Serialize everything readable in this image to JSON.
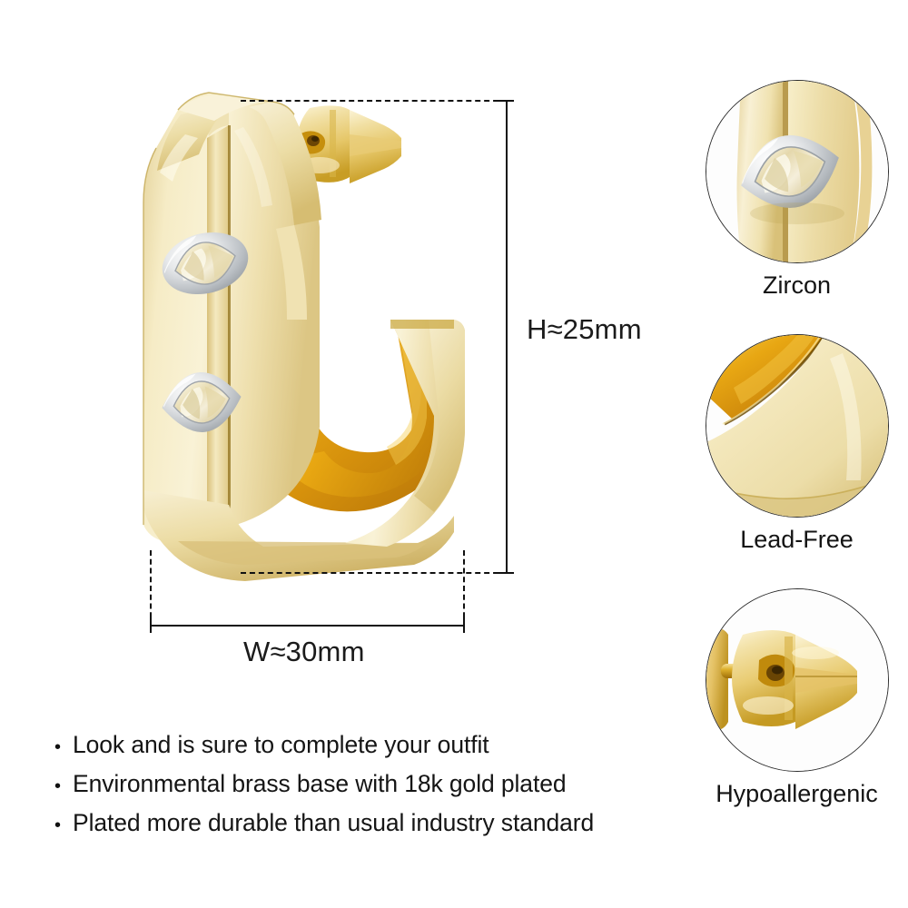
{
  "product": {
    "type": "c-hoop-stud-earring",
    "metal_label": "18k gold plated brass",
    "colors": {
      "gold_light": "#f3e7bb",
      "gold_mid": "#e7d18a",
      "gold_deep": "#c9a63f",
      "gold_interior": "#e9a914",
      "gold_interior_dark": "#b8780a",
      "bezel_silver": "#e9eaec",
      "bezel_silver_dark": "#9ea3a8",
      "zircon": "#efe6c6",
      "line": "#111111",
      "text": "#151515",
      "background": "#ffffff"
    }
  },
  "dimensions": {
    "height_label": "H≈25mm",
    "width_label": "W≈30mm"
  },
  "features": [
    {
      "bullet": "•",
      "text": "Look and is sure to complete your outfit"
    },
    {
      "bullet": "•",
      "text": "Environmental brass base with 18k gold plated"
    },
    {
      "bullet": "•",
      "text": "Plated more durable than usual industry standard"
    }
  ],
  "callouts": [
    {
      "label": "Zircon",
      "icon": "zircon-bezel-detail-icon"
    },
    {
      "label": "Lead-Free",
      "icon": "gold-band-inner-curve-icon"
    },
    {
      "label": "Hypoallergenic",
      "icon": "earring-butterfly-back-icon"
    }
  ]
}
